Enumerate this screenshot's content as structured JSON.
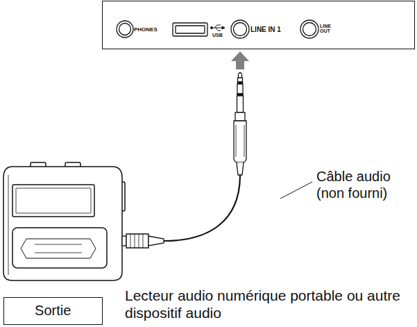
{
  "diagram": {
    "nodes": [
      {
        "text": [
          "PHONES",
          "USB",
          "LINE IN 1",
          "LINE OUT"
        ]
      },
      {
        "text": [
          "Sortie"
        ]
      }
    ],
    "labels": [
      "Câble audio (non fourni)",
      "Lecteur audio numérique portable ou autre dispositif audio"
    ]
  }
}
